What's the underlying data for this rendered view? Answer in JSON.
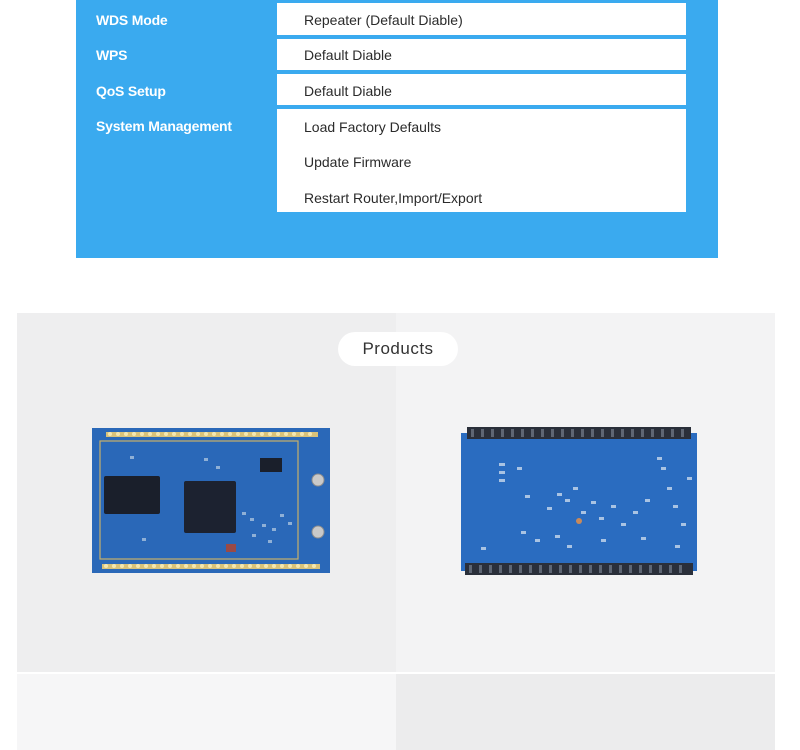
{
  "spec_table": {
    "rows": [
      {
        "label": "WDS Mode",
        "values": [
          "Repeater (Default Diable)"
        ]
      },
      {
        "label": "WPS",
        "values": [
          "Default Diable"
        ]
      },
      {
        "label": "QoS Setup",
        "values": [
          "Default Diable"
        ]
      },
      {
        "label": "System Management",
        "values": [
          "Load Factory Defaults",
          "Update Firmware",
          "Restart Router,Import/Export"
        ]
      }
    ]
  },
  "products": {
    "title": "Products",
    "images": [
      {
        "name": "board-front-photo",
        "board_color": "#2a68b8",
        "pin_color": "#d8c27a"
      },
      {
        "name": "board-back-photo",
        "board_color": "#2a6cc0",
        "header_color": "#2a2f3a"
      }
    ]
  },
  "colors": {
    "panel": "#3aaaef",
    "panel_text": "#ffffff",
    "value_text": "#2b2b2b",
    "products_bg": "#eeeeef"
  }
}
